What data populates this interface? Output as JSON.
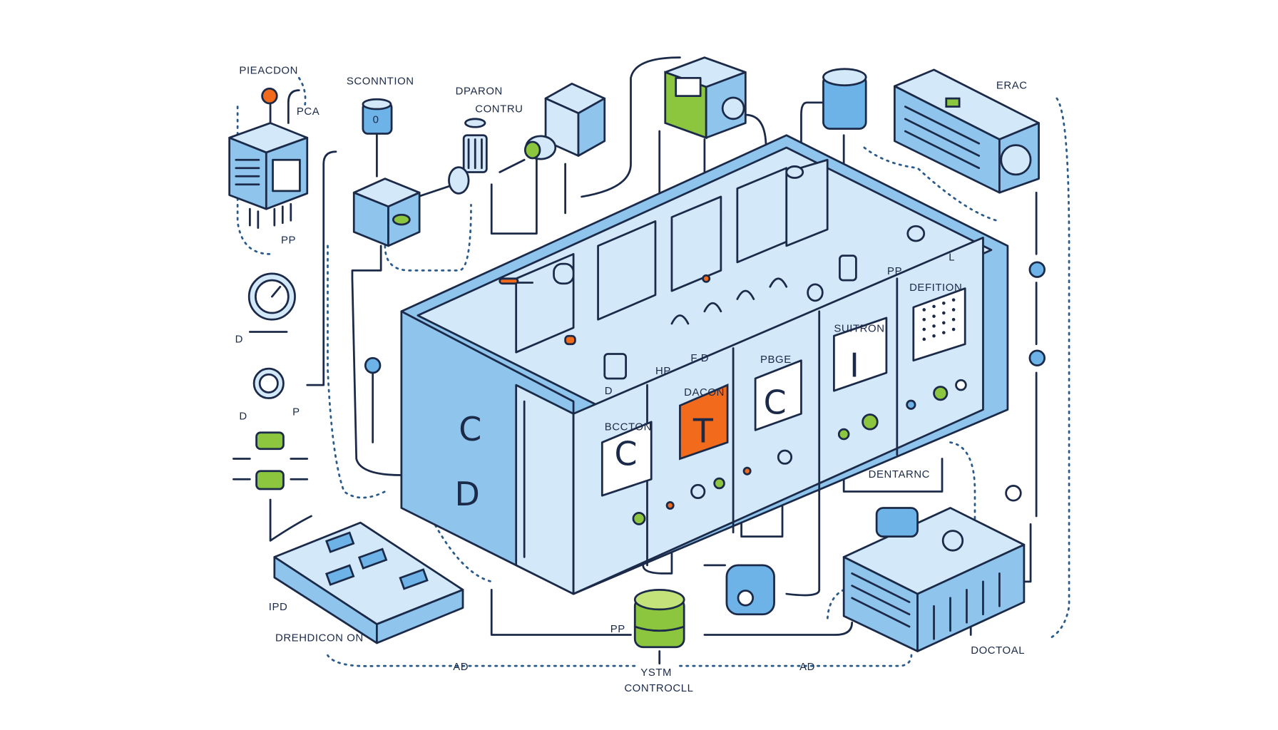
{
  "diagram": {
    "palette": {
      "line": "#1b2a48",
      "blue": "#8fc4ec",
      "light_blue": "#d3e8f8",
      "green": "#8cc63f",
      "orange": "#f26b1d"
    },
    "labels": [
      {
        "id": "pieacdon",
        "text": "PIEACDON"
      },
      {
        "id": "pca",
        "text": "PCA"
      },
      {
        "id": "sconntion",
        "text": "SCONNTION"
      },
      {
        "id": "dparon",
        "text": "DPARON"
      },
      {
        "id": "contru",
        "text": "CONTRU"
      },
      {
        "id": "erac",
        "text": "ERAC"
      },
      {
        "id": "pp-left",
        "text": "PP"
      },
      {
        "id": "d-gauge",
        "text": "D"
      },
      {
        "id": "d-knob",
        "text": "D"
      },
      {
        "id": "p-knob",
        "text": "P"
      },
      {
        "id": "ipd",
        "text": "IPD"
      },
      {
        "id": "drehdicon",
        "text": "DREHDICON ON"
      },
      {
        "id": "pp-bottom",
        "text": "PP"
      },
      {
        "id": "ystm",
        "text": "YSTM"
      },
      {
        "id": "controcll",
        "text": "CONTROCLL"
      },
      {
        "id": "doctoal",
        "text": "DOCTOAL"
      },
      {
        "id": "dentarnc",
        "text": "DENTARNC"
      },
      {
        "id": "bccton",
        "text": "BCCTON"
      },
      {
        "id": "dacon",
        "text": "DACON"
      },
      {
        "id": "pbge",
        "text": "PBGE"
      },
      {
        "id": "suitron",
        "text": "SUITRON"
      },
      {
        "id": "defition",
        "text": "DEFITION"
      },
      {
        "id": "pp-right",
        "text": "PP"
      },
      {
        "id": "l-right",
        "text": "L"
      },
      {
        "id": "hp",
        "text": "HP"
      },
      {
        "id": "fd",
        "text": "F D"
      },
      {
        "id": "d-inner",
        "text": "D"
      },
      {
        "id": "ad-left",
        "text": "AD"
      },
      {
        "id": "ad-right",
        "text": "AD"
      }
    ],
    "panel_glyphs": {
      "bccton": "C",
      "dacon": "T",
      "pbge": "C",
      "suitron": "I",
      "side_top": "C",
      "side_bottom": "D"
    }
  }
}
